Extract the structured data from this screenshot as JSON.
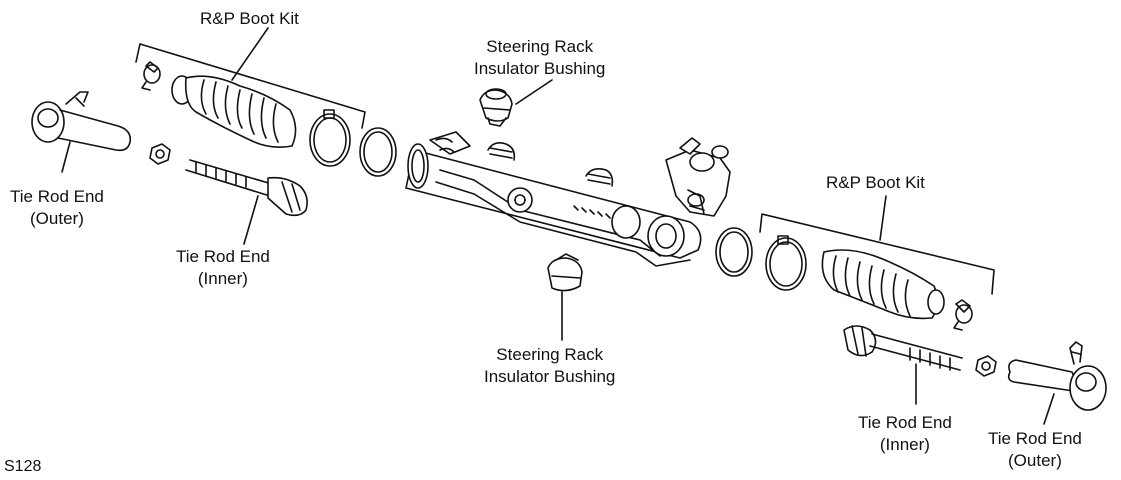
{
  "figure_id": "S128",
  "labels": {
    "boot_kit_left": "R&P Boot Kit",
    "boot_kit_right": "R&P Boot Kit",
    "bushing_top": [
      "Steering Rack",
      "Insulator Bushing"
    ],
    "bushing_bottom": [
      "Steering Rack",
      "Insulator Bushing"
    ],
    "tie_rod_outer_left": [
      "Tie Rod End",
      "(Outer)"
    ],
    "tie_rod_inner_left": [
      "Tie Rod End",
      "(Inner)"
    ],
    "tie_rod_inner_right": [
      "Tie Rod End",
      "(Inner)"
    ],
    "tie_rod_outer_right": [
      "Tie Rod End",
      "(Outer)"
    ]
  }
}
